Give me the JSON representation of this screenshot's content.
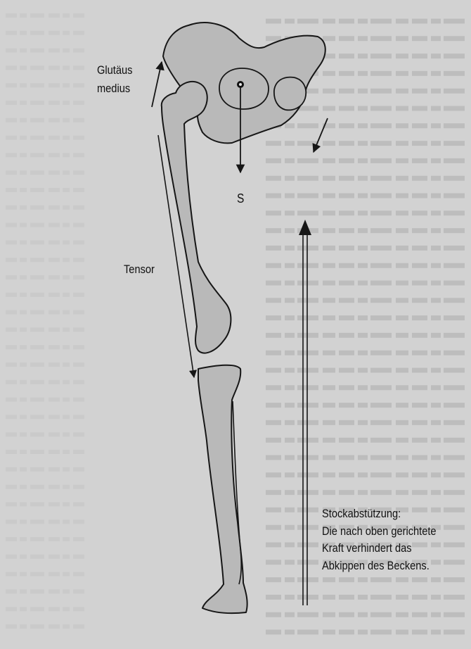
{
  "labels": {
    "glutaeus_line1": "Glutäus",
    "glutaeus_line2": "medius",
    "s": "S",
    "tensor": "Tensor",
    "stock_line1": "Stockabstützung:",
    "stock_line2": "Die nach oben gerichtete",
    "stock_line3": "Kraft verhindert das",
    "stock_line4": "Abkippen des Beckens."
  },
  "colors": {
    "background_page": "#d2d2d2",
    "page_text_lines": "#bdbdbd",
    "bone_fill": "#b9b9b9",
    "outline": "#161616"
  }
}
